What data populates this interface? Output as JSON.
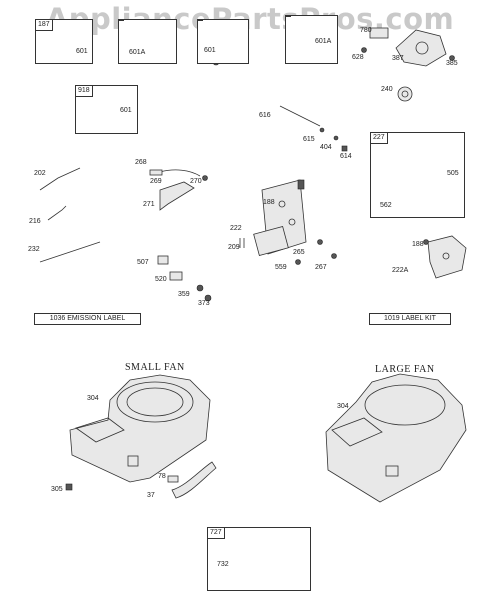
{
  "watermark": "AppliancePartsPros.com",
  "boxes": [
    {
      "tag": "187",
      "parts": [
        "601"
      ]
    },
    {
      "tag": "",
      "parts": [
        "601A"
      ]
    },
    {
      "tag": "",
      "parts": [
        "601"
      ]
    },
    {
      "tag": "",
      "parts": [
        "601A"
      ]
    },
    {
      "tag": "918",
      "parts": [
        "601"
      ]
    },
    {
      "tag": "227",
      "parts": [
        "505",
        "562"
      ]
    },
    {
      "tag": "727",
      "parts": []
    }
  ],
  "callouts": [
    "780",
    "628",
    "387",
    "385",
    "240",
    "616",
    "615",
    "404",
    "614",
    "268",
    "269",
    "270",
    "271",
    "202",
    "216",
    "232",
    "188",
    "222",
    "209",
    "265",
    "559",
    "267",
    "507",
    "520",
    "359",
    "373",
    "188",
    "222A",
    "304",
    "78",
    "305",
    "37",
    "304",
    "732"
  ],
  "label_boxes": [
    "1036 EMISSION LABEL",
    "1019 LABEL KIT"
  ],
  "headings": [
    "SMALL FAN",
    "LARGE FAN"
  ]
}
